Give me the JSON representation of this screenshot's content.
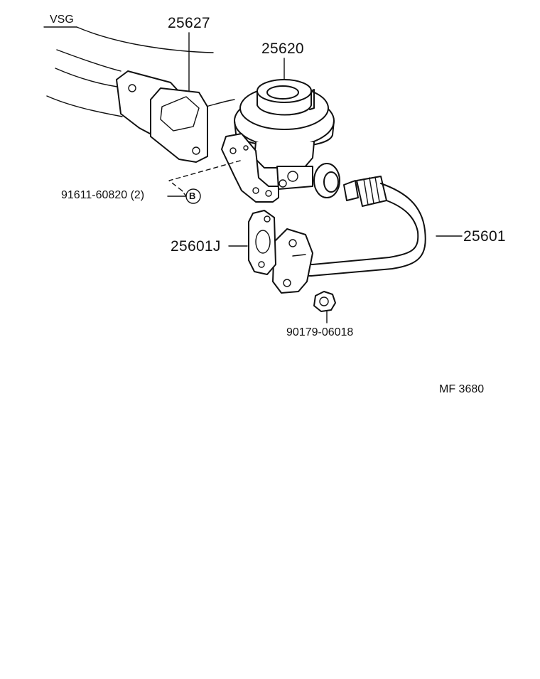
{
  "diagram": {
    "variant": "VSG",
    "figure_code": "MF 3680",
    "callout_circle": "B",
    "parts": [
      {
        "part_number": "25627"
      },
      {
        "part_number": "25620"
      },
      {
        "part_number": "91611-60820 (2)"
      },
      {
        "part_number": "25601J"
      },
      {
        "part_number": "25601"
      },
      {
        "part_number": "90179-06018"
      }
    ]
  },
  "colors": {
    "ink": "#111111",
    "paper": "#ffffff"
  }
}
